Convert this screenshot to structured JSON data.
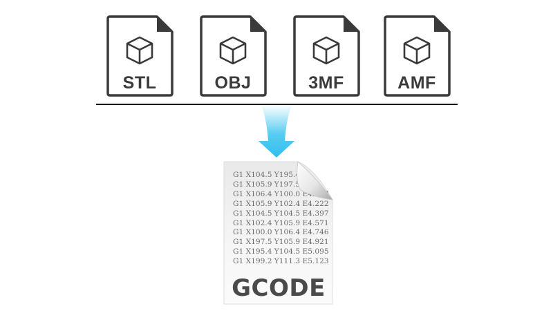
{
  "input_formats": [
    {
      "label": "STL",
      "icon": "cube-icon"
    },
    {
      "label": "OBJ",
      "icon": "cube-icon"
    },
    {
      "label": "3MF",
      "icon": "cube-icon"
    },
    {
      "label": "AMF",
      "icon": "cube-icon"
    }
  ],
  "arrow": {
    "icon": "down-arrow-icon",
    "color": "#3cc3f0"
  },
  "output": {
    "title": "GCODE",
    "lines": [
      "G1 X104.5 Y195.4 E",
      "G1 X105.9 Y197.5 E",
      "G1 X106.4 Y100.0 E4.047",
      "G1 X105.9 Y102.4 E4.222",
      "G1 X104.5 Y104.5 E4.397",
      "G1 X102.4 Y105.9 E4.571",
      "G1 X100.0 Y106.4 E4.746",
      "G1 X197.5 Y105.9 E4.921",
      "G1 X195.4 Y104.5 E5.095",
      "G1 X199.2 Y111.3 E5.123"
    ]
  },
  "colors": {
    "icon_stroke": "#3a3a3a",
    "divider": "#111111",
    "arrow": "#3cc3f0"
  }
}
